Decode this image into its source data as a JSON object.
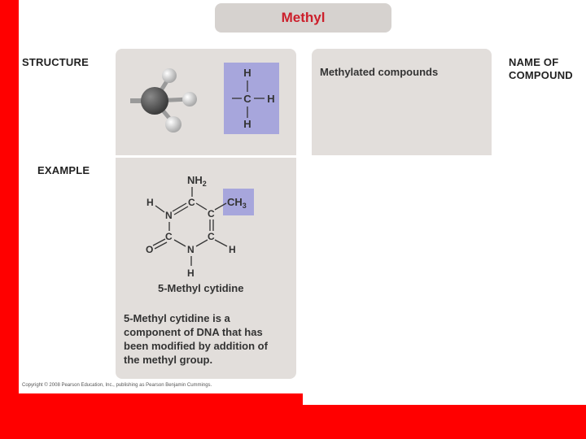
{
  "title": "Methyl",
  "labels": {
    "structure": "STRUCTURE",
    "example": "EXAMPLE",
    "name_of": "NAME OF",
    "compound": "COMPOUND"
  },
  "name_panel": {
    "text": "Methylated compounds"
  },
  "structure": {
    "atoms": {
      "top": "H",
      "center": "C",
      "right": "H",
      "bottom": "H"
    }
  },
  "example": {
    "amine": "NH",
    "amine_sub": "2",
    "methyl": "CH",
    "methyl_sub": "3",
    "ring_atoms": {
      "h_left": "H",
      "n1": "N",
      "c_top": "C",
      "c_right_top": "C",
      "c_left_bottom": "C",
      "c_right_bottom": "C",
      "n_bottom": "N",
      "o": "O",
      "h_right": "H",
      "h_bottom": "H"
    },
    "caption": "5-Methyl cytidine",
    "description": [
      "5-Methyl cytidine is a",
      "component of DNA that has",
      "been modified by addition of",
      "the methyl group."
    ]
  },
  "copyright": "Copyright © 2008 Pearson Education, Inc., publishing as Pearson Benjamin Cummings.",
  "colors": {
    "red_border": "#ff0000",
    "panel_gray": "#e2dedb",
    "highlight_purple": "#a7a6dc",
    "title_red": "#cc1f2b"
  }
}
